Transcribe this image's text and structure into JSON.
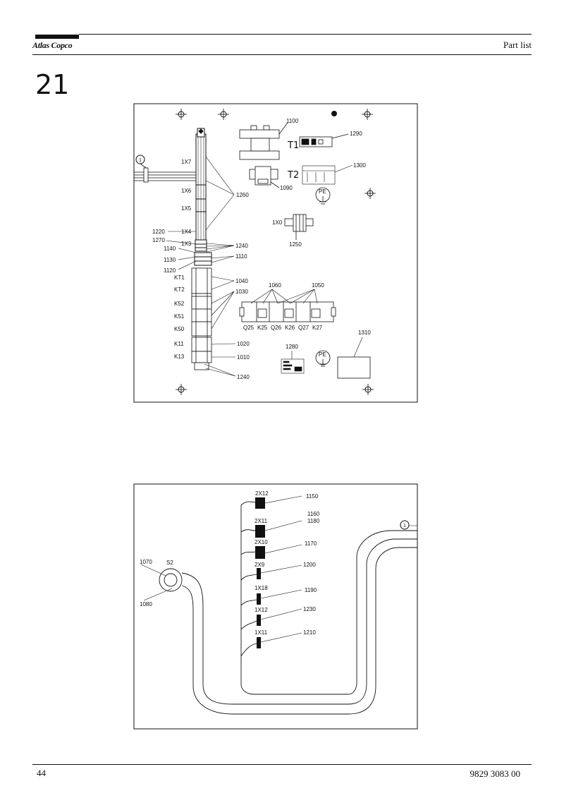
{
  "header": {
    "brand": "Atlas Copco",
    "title": "Part list"
  },
  "section_number": "21",
  "footer": {
    "page_number": "44",
    "document_number": "9829 3083 00"
  },
  "top_diagram": {
    "circled_ref": "1",
    "labels": {
      "1X7": "1X7",
      "1X6": "1X6",
      "1X5": "1X5",
      "1X4": "1X4",
      "1X3": "1X3",
      "1X0": "1X0",
      "T1": "T1",
      "T2": "T2",
      "PE_top": "PE",
      "PE_bottom": "PE",
      "KT1": "KT1",
      "KT2": "KT2",
      "K52": "K52",
      "K51": "K51",
      "K50": "K50",
      "K11": "K11",
      "K13": "K13",
      "Q25": "Q25",
      "K25": "K25",
      "Q26": "Q26",
      "K26": "K26",
      "Q27": "Q27",
      "K27": "K27"
    },
    "callouts": {
      "c1100": "1100",
      "c1290": "1290",
      "c1300": "1300",
      "c1090": "1090",
      "c1260": "1260",
      "c1220": "1220",
      "c1270": "1270",
      "c1140": "1140",
      "c1130": "1130",
      "c1120": "1120",
      "c1240a": "1240",
      "c1110": "1110",
      "c1250": "1250",
      "c1040": "1040",
      "c1030": "1030",
      "c1060": "1060",
      "c1050": "1050",
      "c1020": "1020",
      "c1010": "1010",
      "c1240b": "1240",
      "c1280": "1280",
      "c1310": "1310"
    }
  },
  "bottom_diagram": {
    "circled_ref": "1",
    "labels": {
      "S2": "S2",
      "2X12": "2X12",
      "2X11": "2X11",
      "2X10": "2X10",
      "2X9": "2X9",
      "1X18": "1X18",
      "1X12": "1X12",
      "1X11": "1X11"
    },
    "callouts": {
      "c1070": "1070",
      "c1080": "1080",
      "c1150": "1150",
      "c1160": "1160",
      "c1180": "1180",
      "c1170": "1170",
      "c1200": "1200",
      "c1190": "1190",
      "c1230": "1230",
      "c1210": "1210"
    }
  }
}
